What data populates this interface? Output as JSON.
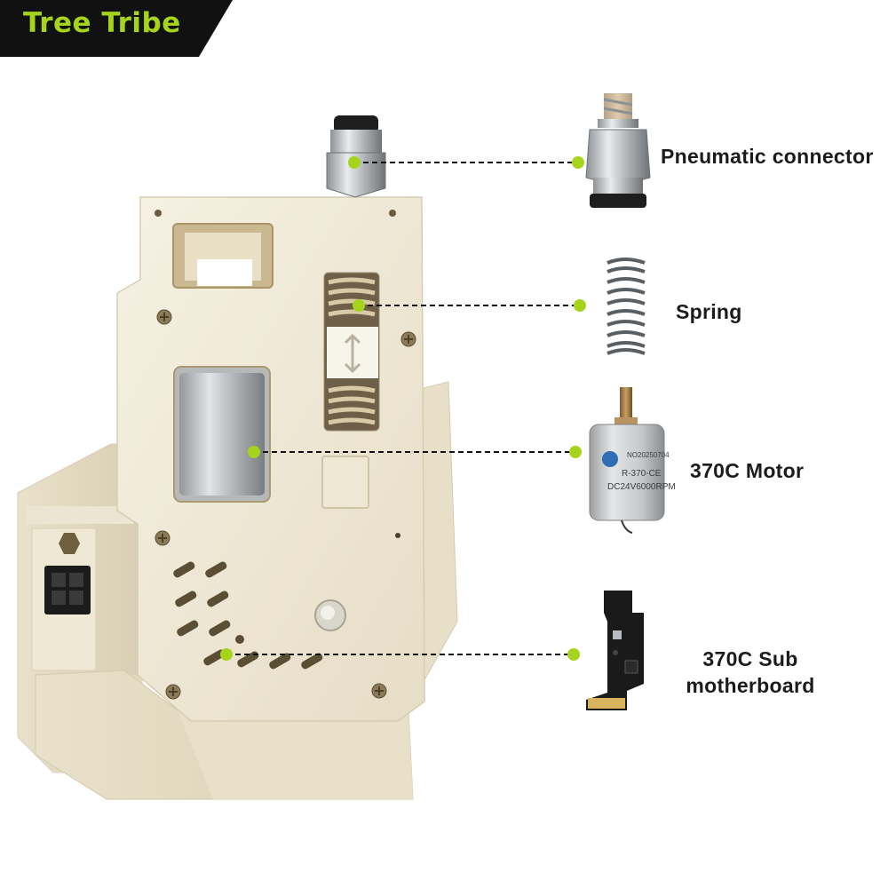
{
  "brand": {
    "name": "Tree Tribe"
  },
  "colors": {
    "accent": "#a6d31c",
    "tag_background": "#111111",
    "housing": "#f1ebd9",
    "label_text": "#1c1c1c"
  },
  "callouts": [
    {
      "label": "Pneumatic connector"
    },
    {
      "label": "Spring"
    },
    {
      "label": "370C Motor"
    },
    {
      "label_line1": "370C Sub",
      "label_line2": "motherboard"
    }
  ],
  "motor_print": {
    "line1": "NO20250704",
    "line2": "R-370-CE",
    "line3": "DC24V6000RPM"
  }
}
